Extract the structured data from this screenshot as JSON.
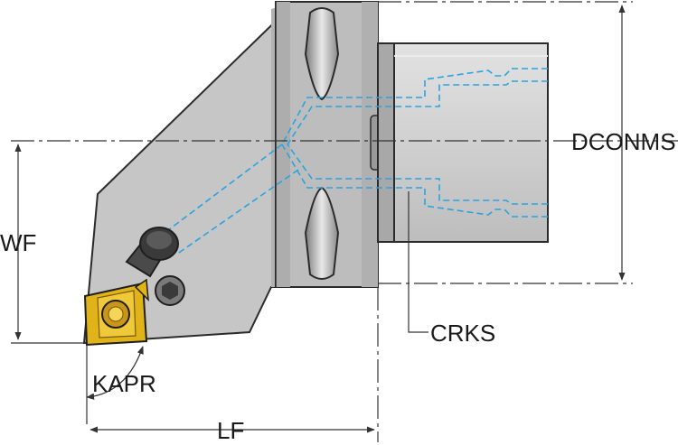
{
  "labels": {
    "dconms": "DCONMS",
    "wf": "WF",
    "crks": "CRKS",
    "kapr": "KAPR",
    "lf": "LF"
  },
  "colors": {
    "body_gray": "#c4c4c4",
    "body_dark": "#a9a9a9",
    "shank_light": "#d6d6d6",
    "coolant_line": "#2aa3e0",
    "insert_gold": "#e0b319",
    "outline": "#2b2b2b",
    "dimension_line": "#333333"
  }
}
